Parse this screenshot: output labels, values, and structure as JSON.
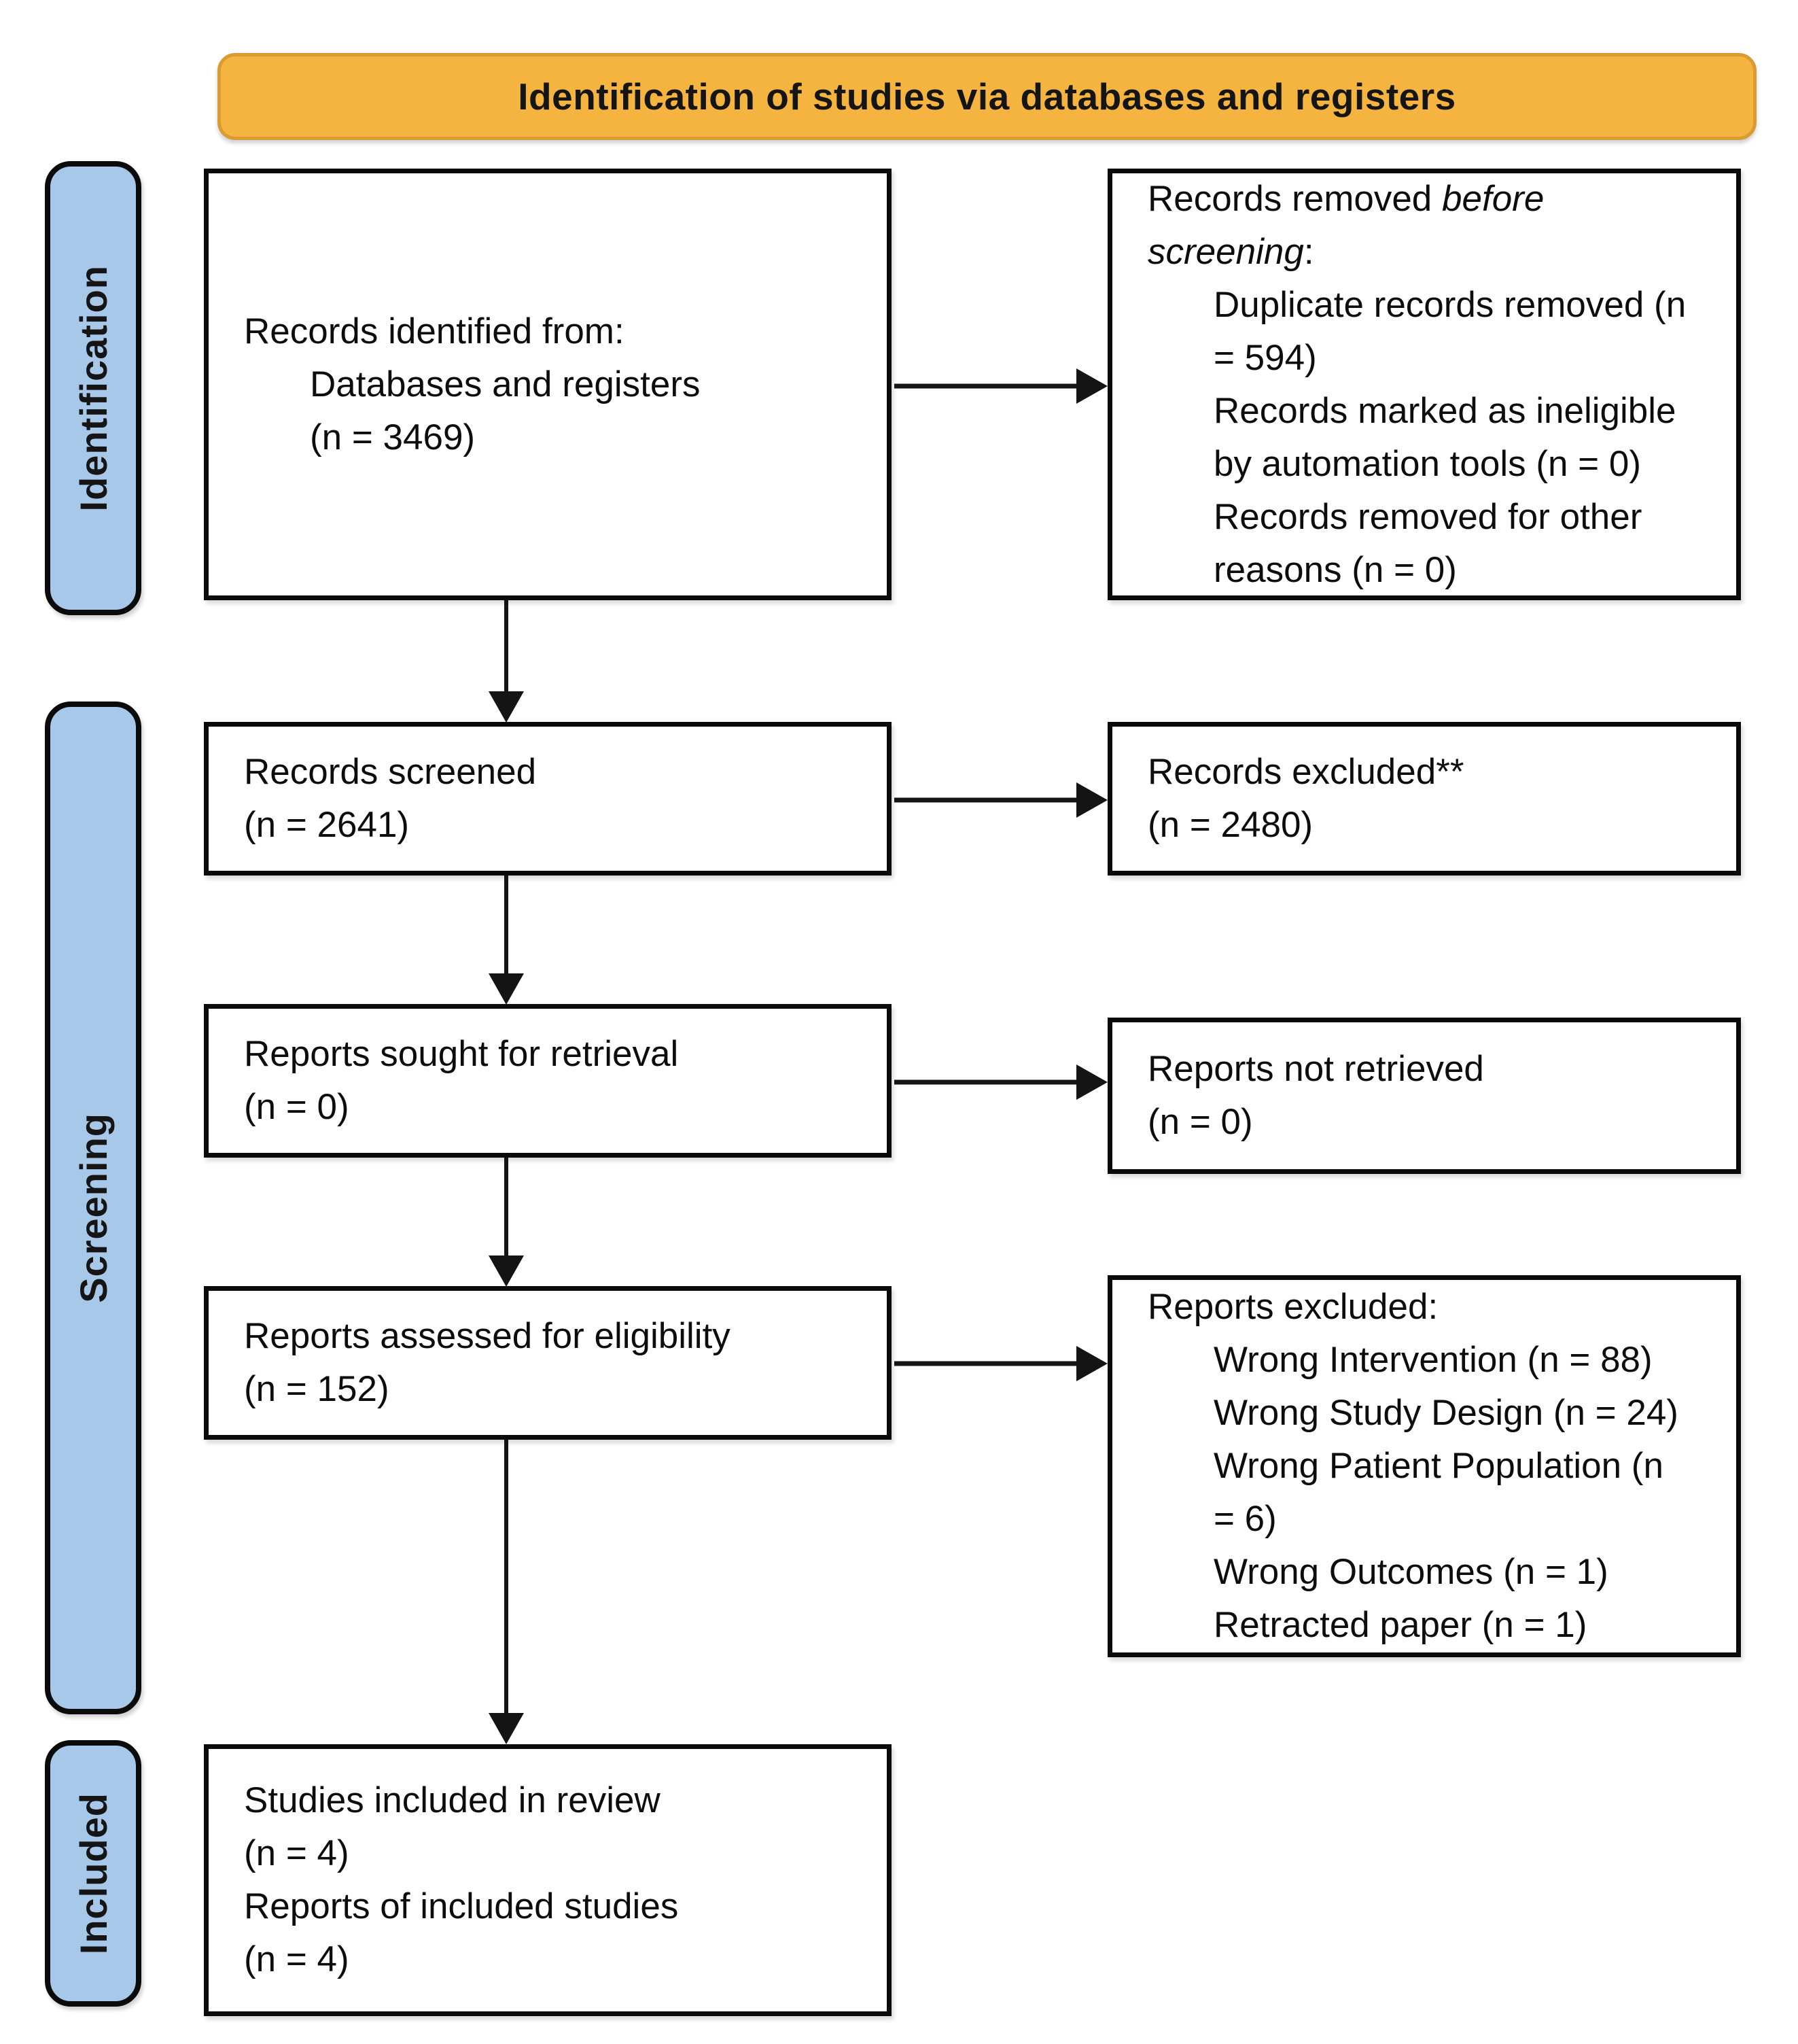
{
  "header": {
    "title": "Identification of studies via databases and registers",
    "fill_color": "#F5B43F",
    "border_color": "#DA9C31"
  },
  "sidebar": {
    "fill_color": "#A8C8EA",
    "labels": {
      "identification": "Identification",
      "screening": "Screening",
      "included": "Included"
    }
  },
  "boxes": {
    "records_identified": {
      "lines": [
        {
          "text": "Records identified from:",
          "indent": 0
        },
        {
          "text": "Databases and registers\n(n = 3469)",
          "indent": 1
        }
      ]
    },
    "records_removed": {
      "lines": [
        {
          "segments": [
            {
              "t": "Records removed ",
              "italic": false
            },
            {
              "t": "before\nscreening",
              "italic": true
            },
            {
              "t": ":",
              "italic": false
            }
          ],
          "indent": 0
        },
        {
          "text": "Duplicate records removed (n\n= 594)",
          "indent": 1
        },
        {
          "text": "Records marked as ineligible\nby automation tools (n = 0)",
          "indent": 1
        },
        {
          "text": "Records removed for other\nreasons (n = 0)",
          "indent": 1
        }
      ]
    },
    "records_screened": {
      "lines": [
        {
          "text": "Records screened\n(n = 2641)",
          "indent": 0
        }
      ]
    },
    "records_excluded": {
      "lines": [
        {
          "text": "Records excluded**\n(n = 2480)",
          "indent": 0
        }
      ]
    },
    "reports_sought": {
      "lines": [
        {
          "text": "Reports sought for retrieval\n(n = 0)",
          "indent": 0
        }
      ]
    },
    "reports_not_retrieved": {
      "lines": [
        {
          "text": "Reports not retrieved\n(n = 0)",
          "indent": 0
        }
      ]
    },
    "reports_assessed": {
      "lines": [
        {
          "text": "Reports assessed for eligibility\n(n = 152)",
          "indent": 0
        }
      ]
    },
    "reports_excluded": {
      "lines": [
        {
          "text": "Reports excluded:",
          "indent": 0
        },
        {
          "text": "Wrong Intervention (n = 88)",
          "indent": 1
        },
        {
          "text": "Wrong Study Design (n = 24)",
          "indent": 1
        },
        {
          "text": "Wrong Patient Population (n\n= 6)",
          "indent": 1
        },
        {
          "text": "Wrong Outcomes (n = 1)",
          "indent": 1
        },
        {
          "text": "Retracted paper (n = 1)",
          "indent": 1
        }
      ]
    },
    "studies_included": {
      "lines": [
        {
          "text": "Studies included in review\n(n = 4)",
          "indent": 0
        },
        {
          "text": "Reports of included studies\n(n = 4)",
          "indent": 0
        }
      ]
    }
  }
}
